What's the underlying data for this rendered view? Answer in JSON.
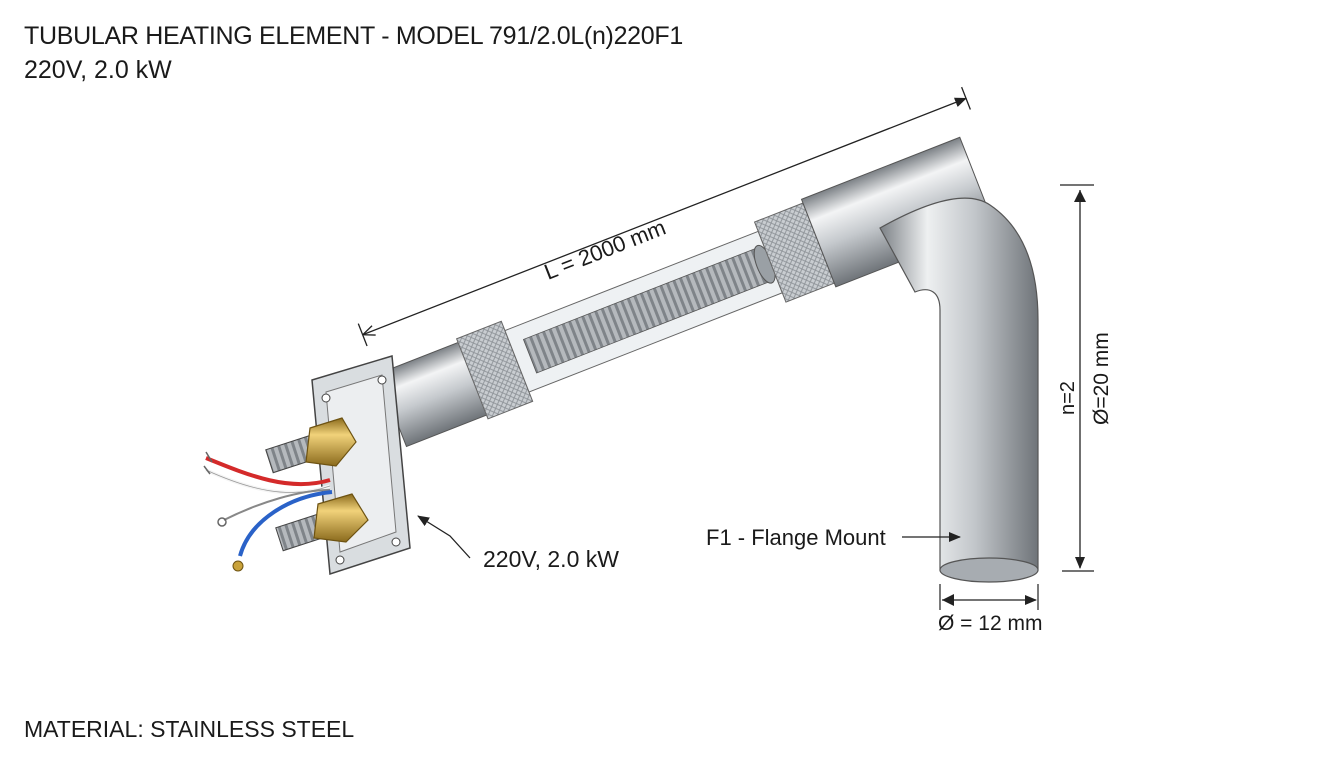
{
  "header": {
    "title": "TUBULAR HEATING ELEMENT - MODEL 791/2.0L(n)220F1",
    "subtitle": "220V, 2.0 kW"
  },
  "footer": {
    "material": "MATERIAL: STAINLESS STEEL"
  },
  "annotations": {
    "length": "L = 2000 mm",
    "rating": "220V, 2.0 kW",
    "mount": "F1 - Flange Mount",
    "bends": "n=2",
    "outer_diameter": "Ø=20 mm",
    "tube_diameter": "Ø = 12 mm"
  },
  "colors": {
    "steel_light": "#e6e8ea",
    "steel_mid": "#b8bcc0",
    "steel_dark": "#7c8186",
    "brass": "#c9a23a",
    "wire_red": "#d42a2a",
    "wire_blue": "#2a62c8",
    "line": "#222222"
  }
}
